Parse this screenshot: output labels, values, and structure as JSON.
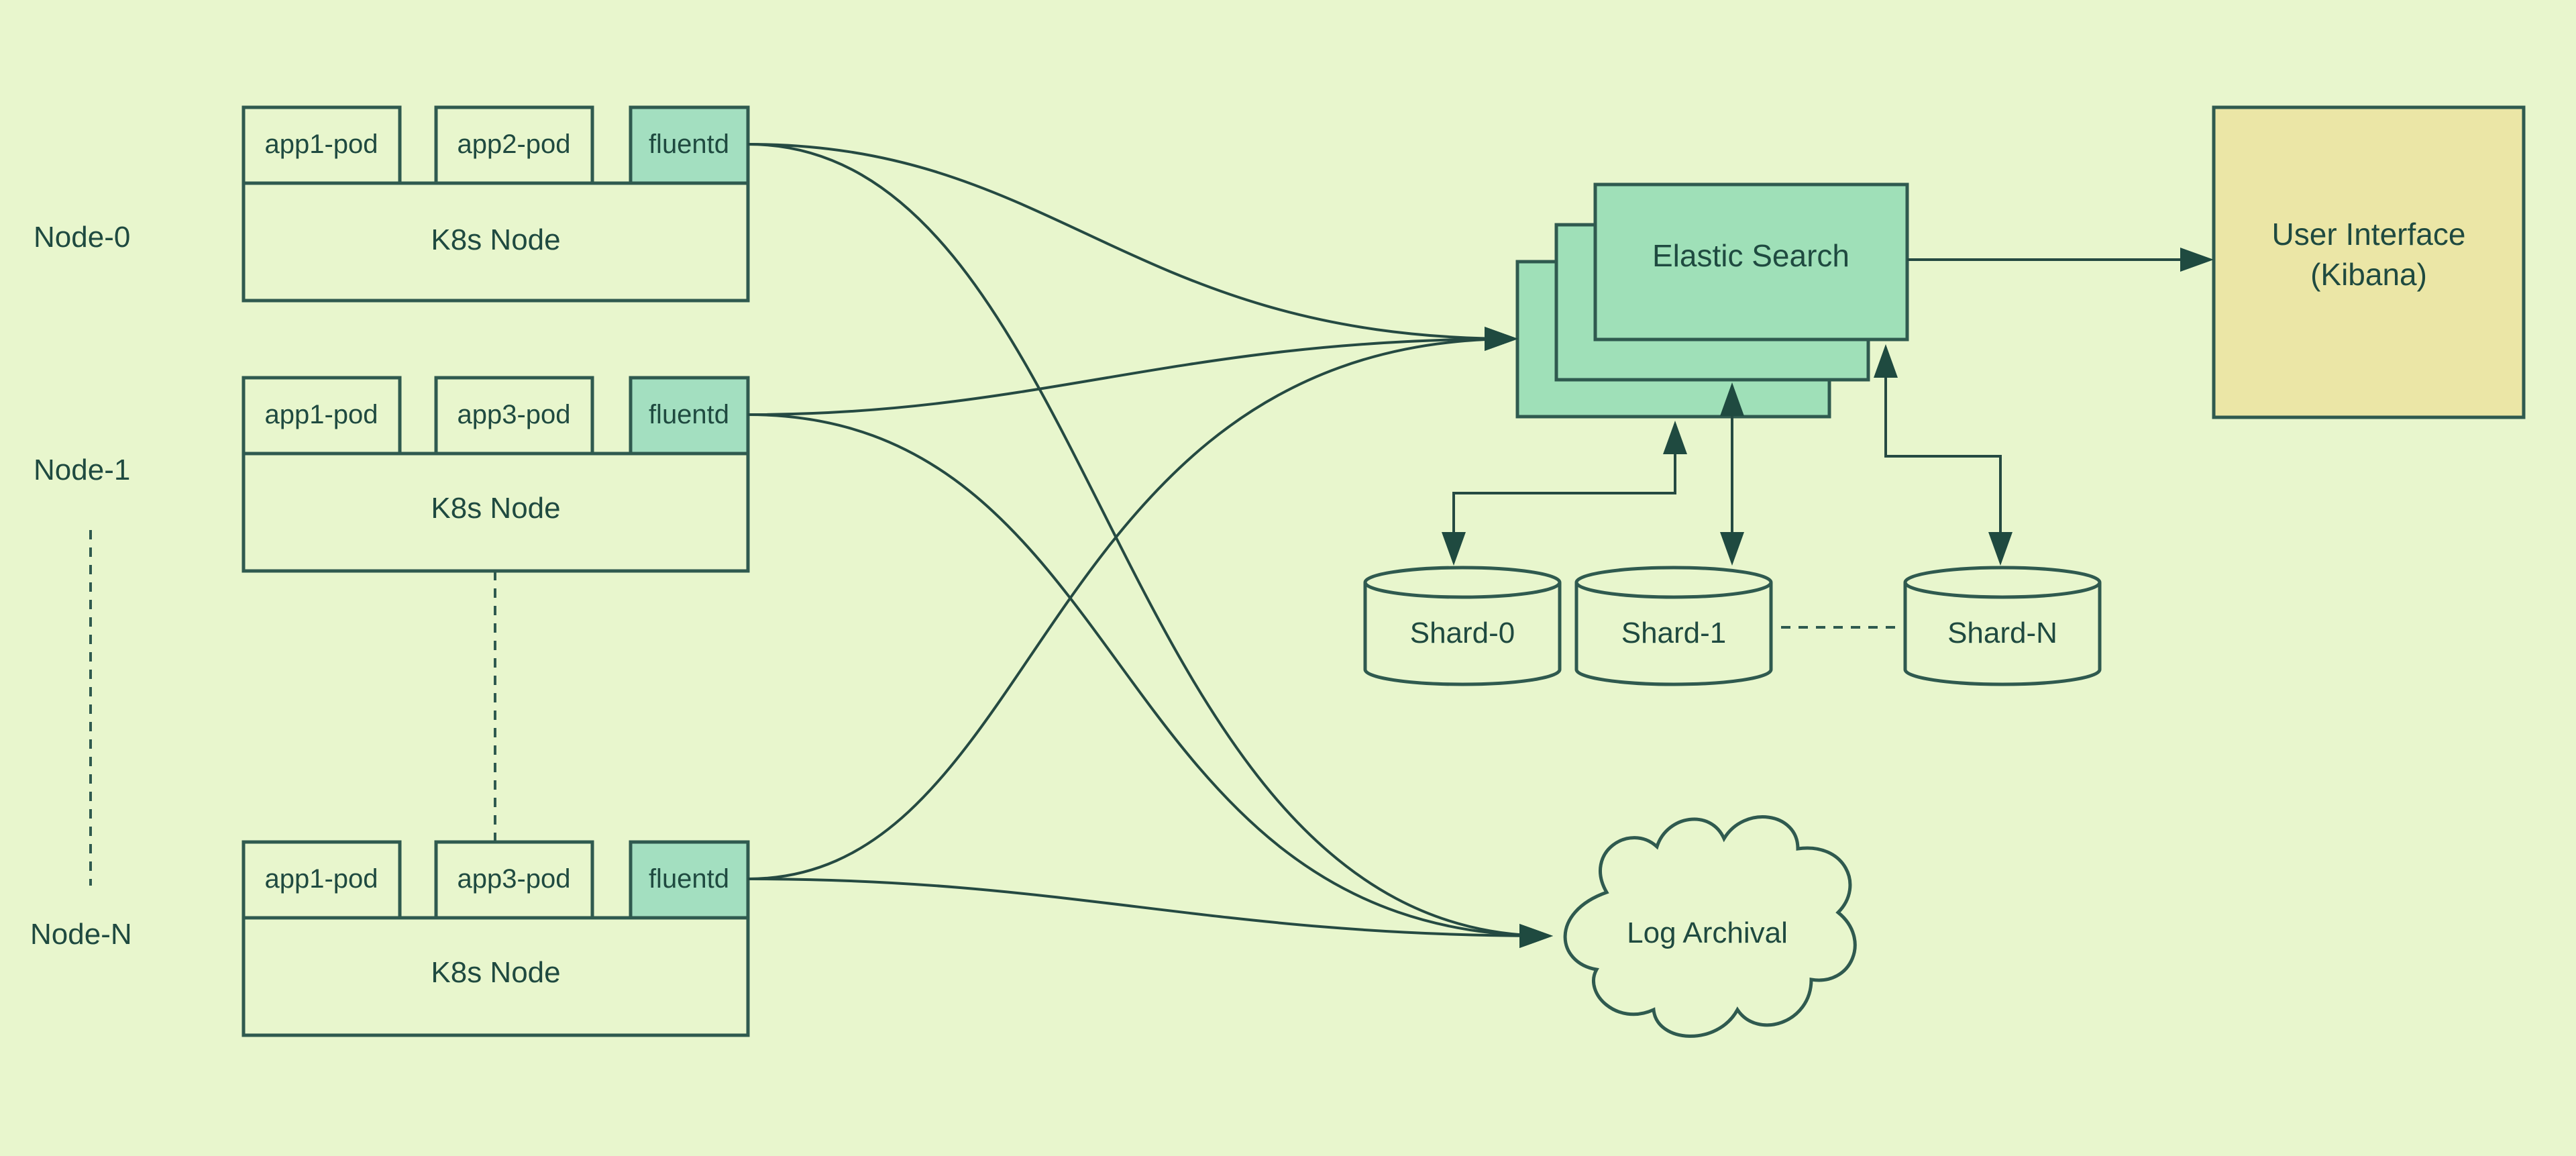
{
  "nodes": [
    {
      "label": "Node-0",
      "pods": [
        "app1-pod",
        "app2-pod"
      ],
      "agent": "fluentd",
      "host": "K8s Node"
    },
    {
      "label": "Node-1",
      "pods": [
        "app1-pod",
        "app3-pod"
      ],
      "agent": "fluentd",
      "host": "K8s Node"
    },
    {
      "label": "Node-N",
      "pods": [
        "app1-pod",
        "app3-pod"
      ],
      "agent": "fluentd",
      "host": "K8s Node"
    }
  ],
  "elastic_search": {
    "label": "Elastic Search"
  },
  "kibana": {
    "line1": "User Interface",
    "line2": "(Kibana)"
  },
  "shards": [
    "Shard-0",
    "Shard-1",
    "Shard-N"
  ],
  "log_archival": {
    "label": "Log Archival"
  },
  "colors": {
    "background": "#e8f6cd",
    "stroke": "#2f5a4f",
    "fluentd": "#a3dfc0",
    "elastic_search": "#9fe0b8",
    "kibana": "#ebe6a6"
  }
}
